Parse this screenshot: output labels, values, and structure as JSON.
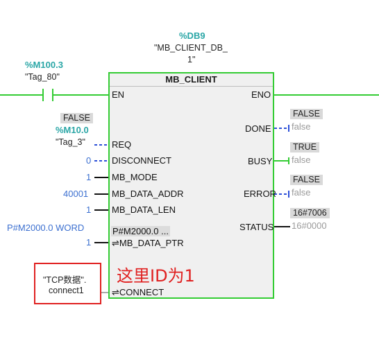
{
  "block": {
    "db_name": "%DB9",
    "db_comment_line1": "\"MB_CLIENT_DB_",
    "db_comment_line2": "1\"",
    "title": "MB_CLIENT"
  },
  "en_input": {
    "address": "%M100.3",
    "tag": "\"Tag_80\""
  },
  "inputs": {
    "en": "EN",
    "req": {
      "pin": "REQ",
      "status": "FALSE",
      "address": "%M10.0",
      "tag": "\"Tag_3\""
    },
    "disconnect": {
      "pin": "DISCONNECT",
      "value": "0"
    },
    "mb_mode": {
      "pin": "MB_MODE",
      "value": "1"
    },
    "mb_data_addr": {
      "pin": "MB_DATA_ADDR",
      "value": "40001"
    },
    "mb_data_len": {
      "pin": "MB_DATA_LEN",
      "value": "1"
    },
    "mb_data_ptr": {
      "pin": "MB_DATA_PTR",
      "value": "1",
      "inner": "P#M2000.0 ...",
      "pointer_label": "P#M2000.0 WORD"
    },
    "connect": {
      "pin": "CONNECT",
      "tag_line1": "\"TCP数据\".",
      "tag_line2": "connect1"
    }
  },
  "outputs": {
    "eno": "ENO",
    "done": {
      "pin": "DONE",
      "status": "FALSE",
      "value": "false"
    },
    "busy": {
      "pin": "BUSY",
      "status": "TRUE",
      "value": "false"
    },
    "error": {
      "pin": "ERROR",
      "status": "FALSE",
      "value": "false"
    },
    "status": {
      "pin": "STATUS",
      "status": "16#7006",
      "value": "16#0000"
    }
  },
  "annotation": "这里ID为1",
  "colors": {
    "accent_green": "#33cc33",
    "teal": "#2aa6a6",
    "value_blue": "#3b6fd0",
    "annotation_red": "#e02020"
  }
}
